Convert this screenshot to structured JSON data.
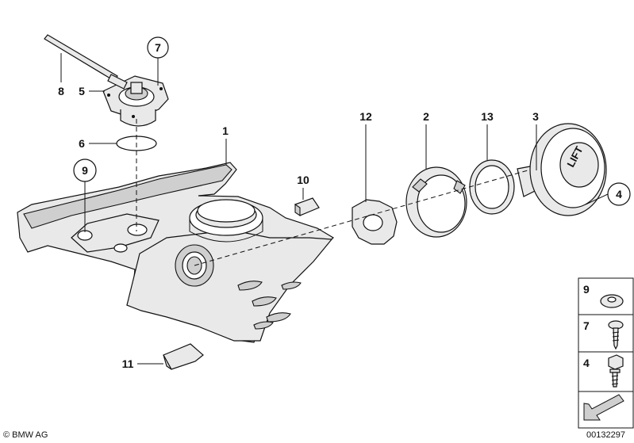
{
  "diagram": {
    "callouts": {
      "c1": "1",
      "c2": "2",
      "c3": "3",
      "c4": "4",
      "c5": "5",
      "c6": "6",
      "c7": "7",
      "c8": "8",
      "c9": "9",
      "c10": "10",
      "c11": "11",
      "c12": "12",
      "c13": "13"
    },
    "cover_text": "LIFT",
    "legend": {
      "items": [
        {
          "label": "9",
          "icon": "washer-icon"
        },
        {
          "label": "7",
          "icon": "screw-icon"
        },
        {
          "label": "4",
          "icon": "bolt-icon"
        }
      ],
      "arrow_icon": "direction-arrow-icon"
    },
    "copyright": "© BMW AG",
    "drawing_number": "00132297"
  }
}
